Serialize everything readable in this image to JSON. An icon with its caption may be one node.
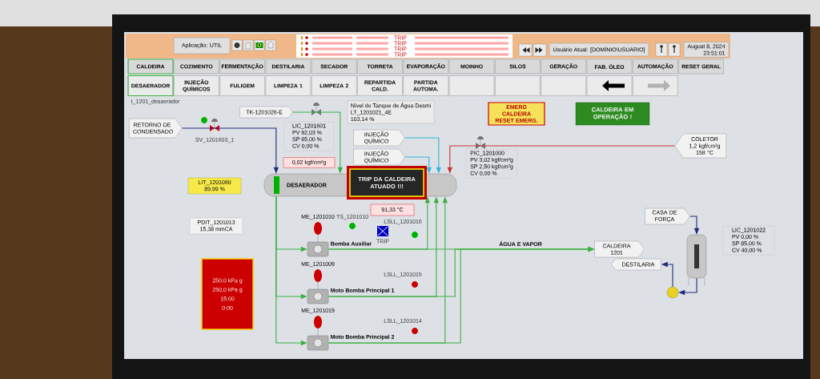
{
  "diagram": {
    "nodes": [
      {
        "text": [
          "Aplicação: UTIL"
        ]
      },
      {
        "text": [
          "Usuário Atual: [DOMÍNIO\\USUÁRIO]"
        ]
      },
      {
        "text": [
          "August 8, 2024",
          "23:51:01"
        ]
      },
      {
        "text": [
          "CALDEIRA"
        ]
      },
      {
        "text": [
          "COZIMENTO"
        ]
      },
      {
        "text": [
          "FERMENTAÇÃO"
        ]
      },
      {
        "text": [
          "DESTILARIA"
        ]
      },
      {
        "text": [
          "SECADOR"
        ]
      },
      {
        "text": [
          "TORRETA"
        ]
      },
      {
        "text": [
          "EVAPORAÇÃO"
        ]
      },
      {
        "text": [
          "MOINHO"
        ]
      },
      {
        "text": [
          "SILOS"
        ]
      },
      {
        "text": [
          "GERAÇÃO"
        ]
      },
      {
        "text": [
          "FAB. ÓLEO"
        ]
      },
      {
        "text": [
          "AUTOMAÇÃO"
        ]
      },
      {
        "text": [
          "RESET GERAL"
        ]
      },
      {
        "text": [
          "DESAERADOR"
        ]
      },
      {
        "text": [
          "INJEÇÃO QUÍMICOS"
        ]
      },
      {
        "text": [
          "FULIGEM"
        ]
      },
      {
        "text": [
          "LIMPEZA 1"
        ]
      },
      {
        "text": [
          "LIMPEZA 2"
        ]
      },
      {
        "text": [
          "REPARTIDA CALD."
        ]
      },
      {
        "text": [
          "PARTIDA AUTOMA."
        ]
      },
      {
        "text": [],
        "shape": "box"
      },
      {
        "text": [],
        "shape": "box"
      },
      {
        "text": [],
        "shape": "box"
      },
      {
        "text": [],
        "shape": "box"
      },
      {
        "text": [],
        "shape": "box"
      },
      {
        "text": [
          "RETORNO DE CONDENSADO"
        ]
      },
      {
        "text": [
          "TK-1201026-E"
        ]
      },
      {
        "text": [
          "Nível do Tanque de Água Desmi",
          "LT_1201021_4E",
          "103,14 %"
        ]
      },
      {
        "text": [
          "INJEÇÃO QUÍMICO"
        ]
      },
      {
        "text": [
          "INJEÇÃO QUÍMICO"
        ]
      },
      {
        "text": [
          "EMERG CALDEIRA",
          "RESET EMERG."
        ]
      },
      {
        "text": [
          "CALDEIRA EM OPERAÇÃO !"
        ]
      },
      {
        "text": [
          "COLETOR",
          "1,2 kgf/cm²g",
          "158 °C"
        ]
      },
      {
        "text": [
          "0,02 kgf/cm²g"
        ]
      },
      {
        "text": [
          "LIT_1201080",
          "89,99 %"
        ]
      },
      {
        "text": [
          "DESAERADOR"
        ]
      },
      {
        "text": [
          "TRIP DA CALDEIRA ATUADO !!!"
        ]
      },
      {
        "text": [
          "91,33 °C"
        ]
      },
      {
        "text": [
          "PDIT_1201013",
          "15,38 mmCA"
        ]
      },
      {
        "text": [
          "CASA DE FORÇA"
        ]
      },
      {
        "text": [],
        "shape": "picture",
        "beside": [
          "ME_1201010",
          "Bomba Auxiliar"
        ]
      },
      {
        "text": [
          "CALDEIRA 1201"
        ]
      },
      {
        "text": [
          "DESTILARIA"
        ]
      },
      {
        "text": [],
        "shape": "cylinder"
      },
      {
        "text": [],
        "shape": "circle"
      },
      {
        "text": [],
        "shape": "picture",
        "beside": [
          "ME_1201009",
          "Moto Bomba Principal 1"
        ]
      },
      {
        "text": [],
        "shape": "picture",
        "beside": [
          "ME_1201019",
          "Moto Bomba Principal 2"
        ]
      },
      {
        "text": [
          "250,0 kPa g",
          "250,0 kPa g",
          "15:00",
          "0:00"
        ]
      },
      {
        "text": [
          "LIC_1201601",
          "PV 92,03 %",
          "SP 65,00 %",
          "CV 0,00 %"
        ]
      },
      {
        "text": [
          "PIC_1201000",
          "PV 3,02 kgf/cm²g",
          "SP 2,50 kgf/cm²g",
          "CV 0,00 %"
        ]
      },
      {
        "text": [
          "LIC_1201022",
          "PV 0,00 %",
          "SP 85,00 %",
          "CV 40,00 %"
        ]
      }
    ],
    "edges": [
      {
        "from": 28,
        "to": 38,
        "arrow": "to",
        "color": "#1f2a7a"
      },
      {
        "from": 29,
        "to": 38,
        "arrow": "to"
      },
      {
        "from": 31,
        "to": 38,
        "arrow": "to",
        "color": "#33b5d6"
      },
      {
        "from": 32,
        "to": 38,
        "arrow": "to",
        "color": "#33b5d6"
      },
      {
        "from": 35,
        "to": 38,
        "arrow": "to",
        "color": "#c83232"
      },
      {
        "from": 38,
        "to": 43,
        "arrow": "to"
      },
      {
        "from": 38,
        "to": 48,
        "arrow": "to"
      },
      {
        "from": 38,
        "to": 49,
        "arrow": "to"
      },
      {
        "from": 43,
        "to": 44,
        "arrow": "to",
        "label": "ÁGUA E VAPOR"
      },
      {
        "from": 48,
        "to": 44,
        "arrow": "to"
      },
      {
        "from": 49,
        "to": 44,
        "arrow": "to"
      },
      {
        "from": 43,
        "to": 38,
        "arrow": "to"
      },
      {
        "from": 48,
        "to": 38,
        "arrow": "to"
      },
      {
        "from": 49,
        "to": 38,
        "arrow": "to"
      },
      {
        "from": 42,
        "to": 46,
        "arrow": "to",
        "color": "#1f2a7a"
      },
      {
        "from": 46,
        "to": 47,
        "arrow": "to",
        "color": "#1f2a7a"
      },
      {
        "from": 47,
        "to": 45,
        "arrow": "to",
        "color": "#1f2a7a"
      }
    ],
    "labels": [
      "TRIP",
      "TRIP",
      "TRIP",
      "TRIP",
      "t_1201_desaerador",
      "SV_1201603_1",
      "TS_1201010",
      "TRIP",
      "LSLL_1201016",
      "LSLL_1201015",
      "LSLL_1201014"
    ]
  }
}
